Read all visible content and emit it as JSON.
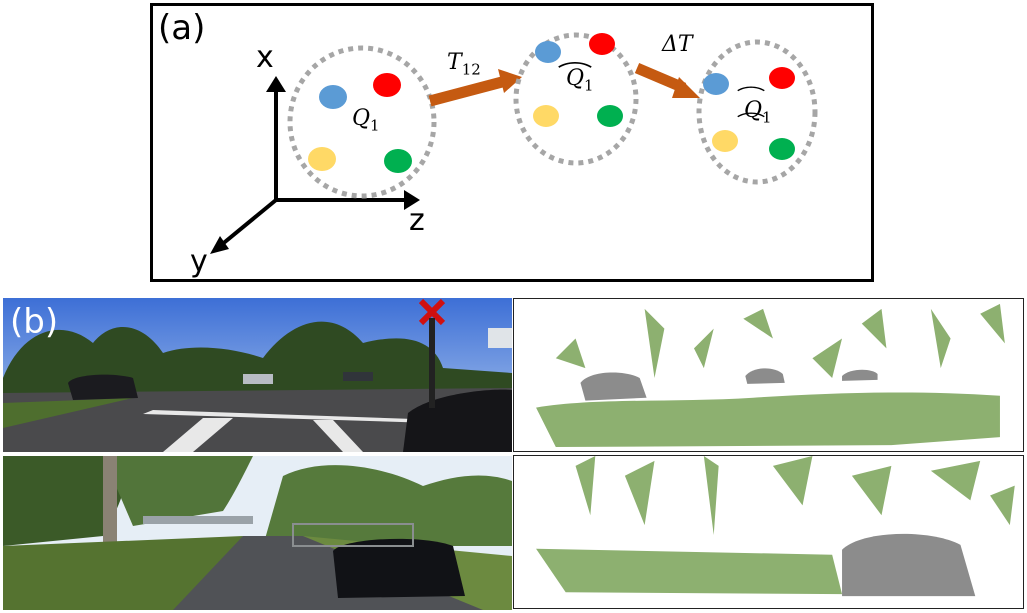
{
  "panel_a": {
    "label": "(a)",
    "axes": {
      "x": "x",
      "y": "y",
      "z": "z"
    },
    "cloud1": {
      "base": "Q",
      "sub": "1"
    },
    "arrow1": {
      "base": "T",
      "sub": "12"
    },
    "cloud2": {
      "base": "Q",
      "sub": "1"
    },
    "arrow2": {
      "label": "ΔT"
    },
    "cloud3": {
      "base": "Q",
      "sub": "1"
    },
    "point_colors": {
      "blue": "#5b9bd5",
      "red": "#ff0000",
      "yellow": "#ffd966",
      "green": "#00b050"
    },
    "arrow_color": "#c55a11",
    "circle_color": "#a6a6a6"
  },
  "panel_b": {
    "label": "(b)",
    "depth_ground_color": "#8db070",
    "depth_object_color": "#8c8c8c"
  }
}
